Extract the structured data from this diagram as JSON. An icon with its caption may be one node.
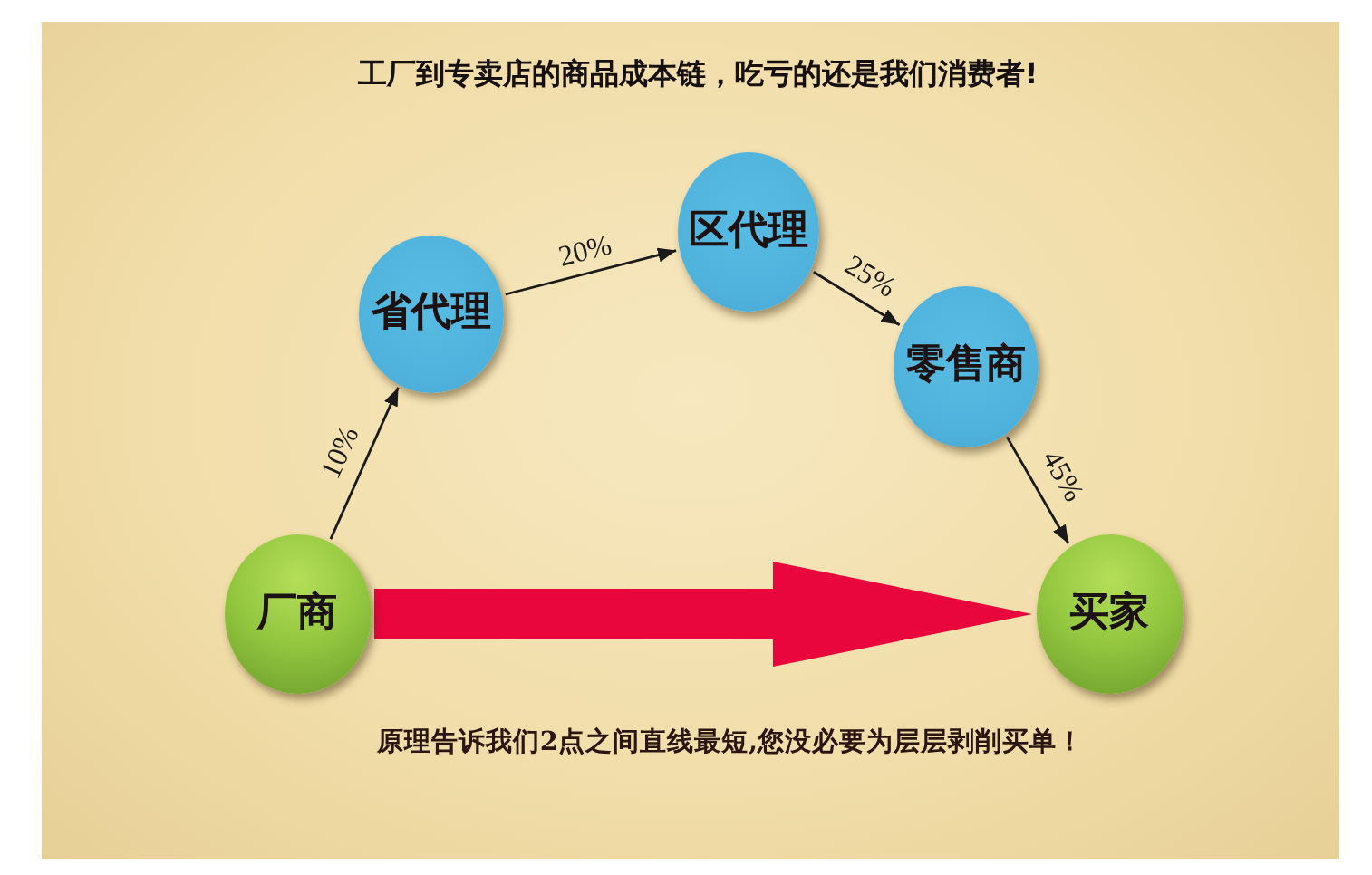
{
  "diagram": {
    "title": "工厂到专卖店的商品成本链，吃亏的还是我们消费者!",
    "caption": "原理告诉我们2点之间直线最短,您没必要为层层剥削买单！",
    "nodes": [
      {
        "text": [
          "厂商"
        ]
      },
      {
        "text": [
          "省代理"
        ]
      },
      {
        "text": [
          "区代理"
        ]
      },
      {
        "text": [
          "零售商"
        ]
      },
      {
        "text": [
          "买家"
        ]
      }
    ],
    "edges": [
      {
        "from": 0,
        "to": 1,
        "arrow": "to",
        "label": "10%"
      },
      {
        "from": 1,
        "to": 2,
        "arrow": "to",
        "label": "20%"
      },
      {
        "from": 2,
        "to": 3,
        "arrow": "to",
        "label": "25%"
      },
      {
        "from": 3,
        "to": 4,
        "arrow": "to",
        "label": "45%"
      },
      {
        "from": 0,
        "to": 4,
        "arrow": "to",
        "style": "thick",
        "color": "#e8063c"
      }
    ]
  }
}
